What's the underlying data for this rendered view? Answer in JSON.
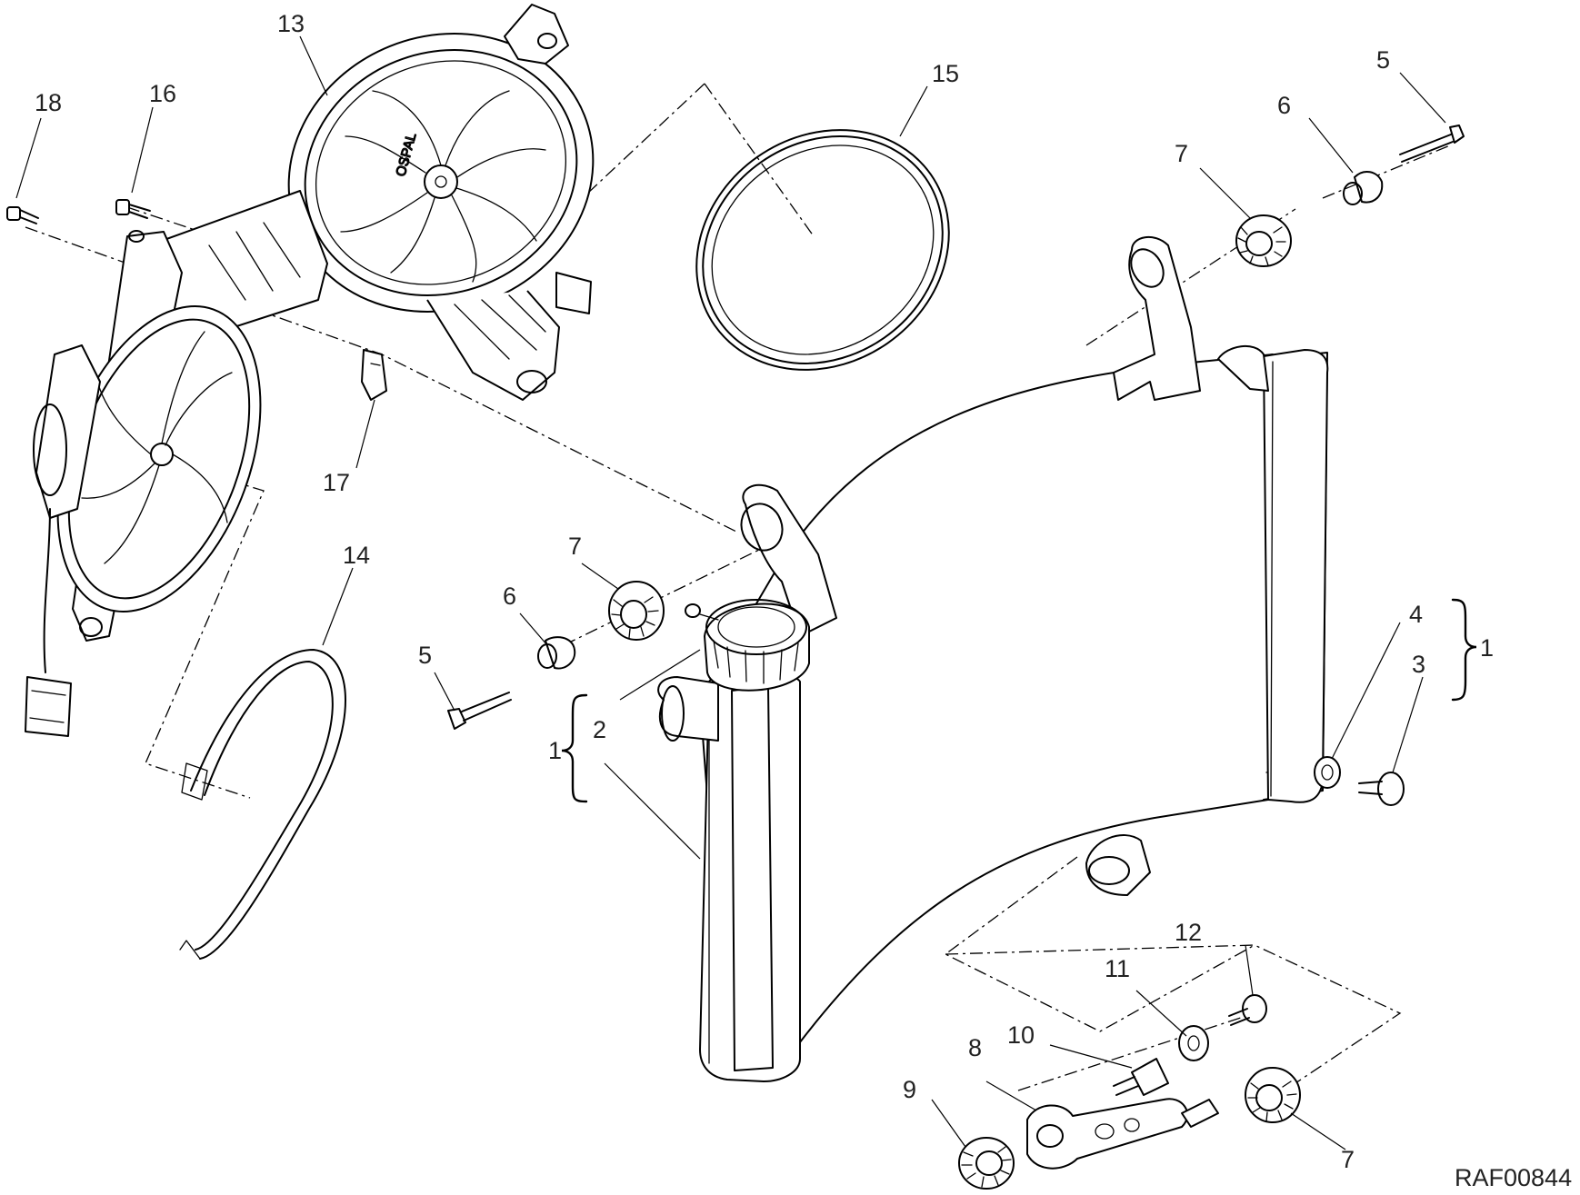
{
  "diagram": {
    "reference_code": "RAF00844",
    "callouts": [
      {
        "id": "c13",
        "label": "13"
      },
      {
        "id": "c18",
        "label": "18"
      },
      {
        "id": "c16",
        "label": "16"
      },
      {
        "id": "c15",
        "label": "15"
      },
      {
        "id": "c5a",
        "label": "5"
      },
      {
        "id": "c6a",
        "label": "6"
      },
      {
        "id": "c7a",
        "label": "7"
      },
      {
        "id": "c17",
        "label": "17"
      },
      {
        "id": "c14",
        "label": "14"
      },
      {
        "id": "c7b",
        "label": "7"
      },
      {
        "id": "c6b",
        "label": "6"
      },
      {
        "id": "c5b",
        "label": "5"
      },
      {
        "id": "c2",
        "label": "2"
      },
      {
        "id": "c1a",
        "label": "1"
      },
      {
        "id": "c4",
        "label": "4"
      },
      {
        "id": "c3",
        "label": "3"
      },
      {
        "id": "c1b",
        "label": "1"
      },
      {
        "id": "c12",
        "label": "12"
      },
      {
        "id": "c11",
        "label": "11"
      },
      {
        "id": "c10",
        "label": "10"
      },
      {
        "id": "c8",
        "label": "8"
      },
      {
        "id": "c9",
        "label": "9"
      },
      {
        "id": "c7c",
        "label": "7"
      }
    ],
    "fan_label": "OSPAL"
  }
}
